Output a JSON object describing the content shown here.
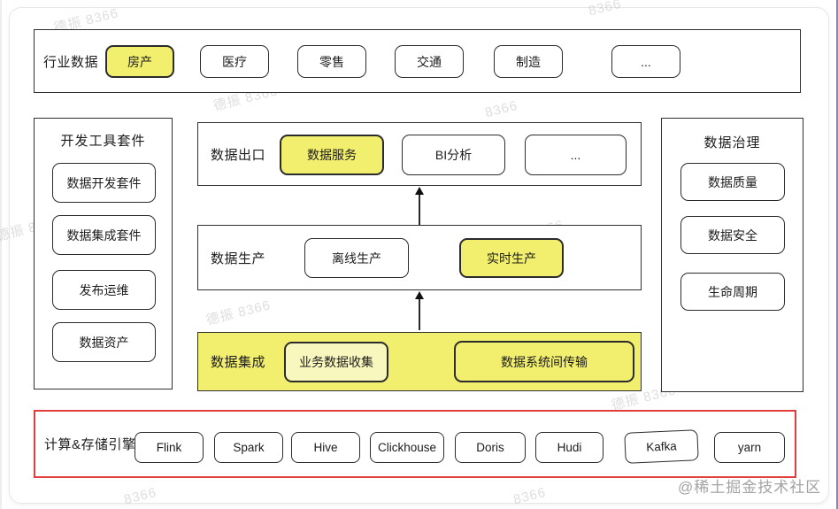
{
  "colors": {
    "highlight_yellow": "#f2ef6e",
    "highlight_yellow_light": "#f8f7bd",
    "engine_border_red": "#e23d3d",
    "right_edge_purple": "#8286c9",
    "watermark_gray": "#a8a8a8"
  },
  "industry_row": {
    "label": "行业数据",
    "items": [
      {
        "label": "房产",
        "highlight": true
      },
      {
        "label": "医疗",
        "highlight": false
      },
      {
        "label": "零售",
        "highlight": false
      },
      {
        "label": "交通",
        "highlight": false
      },
      {
        "label": "制造",
        "highlight": false
      },
      {
        "label": "...",
        "highlight": false
      }
    ]
  },
  "dev_tools_panel": {
    "title": "开发工具套件",
    "items": [
      {
        "label": "数据开发套件"
      },
      {
        "label": "数据集成套件"
      },
      {
        "label": "发布运维"
      },
      {
        "label": "数据资产"
      }
    ]
  },
  "data_export_row": {
    "label": "数据出口",
    "items": [
      {
        "label": "数据服务",
        "highlight": true
      },
      {
        "label": "BI分析",
        "highlight": false
      },
      {
        "label": "...",
        "highlight": false
      }
    ]
  },
  "data_production_row": {
    "label": "数据生产",
    "items": [
      {
        "label": "离线生产",
        "highlight": false
      },
      {
        "label": "实时生产",
        "highlight": true
      }
    ]
  },
  "data_integration_row": {
    "label": "数据集成",
    "highlight": true,
    "items": [
      {
        "label": "业务数据收集"
      },
      {
        "label": "数据系统间传输"
      }
    ]
  },
  "governance_panel": {
    "title": "数据治理",
    "items": [
      {
        "label": "数据质量"
      },
      {
        "label": "数据安全"
      },
      {
        "label": "生命周期"
      }
    ]
  },
  "engines_row": {
    "label": "计算&存储引擎",
    "items": [
      "Flink",
      "Spark",
      "Hive",
      "Clickhouse",
      "Doris",
      "Hudi",
      "Kafka",
      "yarn"
    ]
  },
  "watermarks": {
    "repeat_text": "8366",
    "repeat_text_cn": "德振 8366",
    "credit": "@稀土掘金技术社区"
  }
}
